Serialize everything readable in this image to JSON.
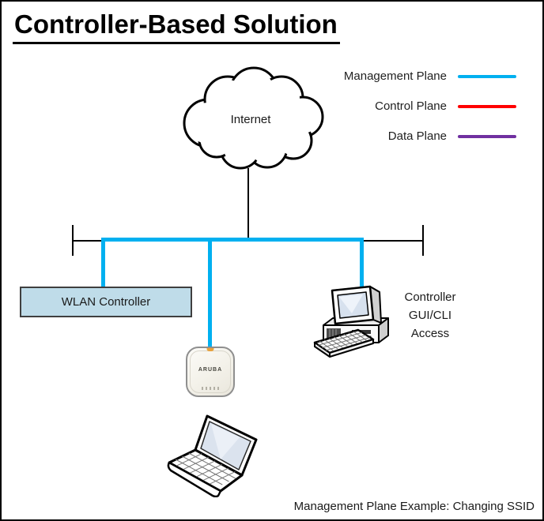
{
  "slide": {
    "title": "Controller-Based Solution",
    "caption": "Management Plane Example: Changing SSID"
  },
  "legend": {
    "items": [
      {
        "label": "Management Plane",
        "color": "#00B0F0"
      },
      {
        "label": "Control Plane",
        "color": "#FF0000"
      },
      {
        "label": "Data Plane",
        "color": "#7030A0"
      }
    ]
  },
  "nodes": {
    "internet": {
      "label": "Internet",
      "icon": "cloud-icon"
    },
    "wlan_controller": {
      "label": "WLAN Controller",
      "fill": "#BFDCE9"
    },
    "admin_pc": {
      "label": "Controller\nGUI/CLI\nAccess",
      "icon": "desktop-pc-icon"
    },
    "access_point": {
      "brand": "ARUBA",
      "icon": "access-point-icon"
    },
    "client_laptop": {
      "icon": "laptop-icon"
    }
  },
  "colors": {
    "management_plane": "#00B0F0",
    "control_plane": "#FF0000",
    "data_plane": "#7030A0",
    "bus_line": "#000000"
  }
}
